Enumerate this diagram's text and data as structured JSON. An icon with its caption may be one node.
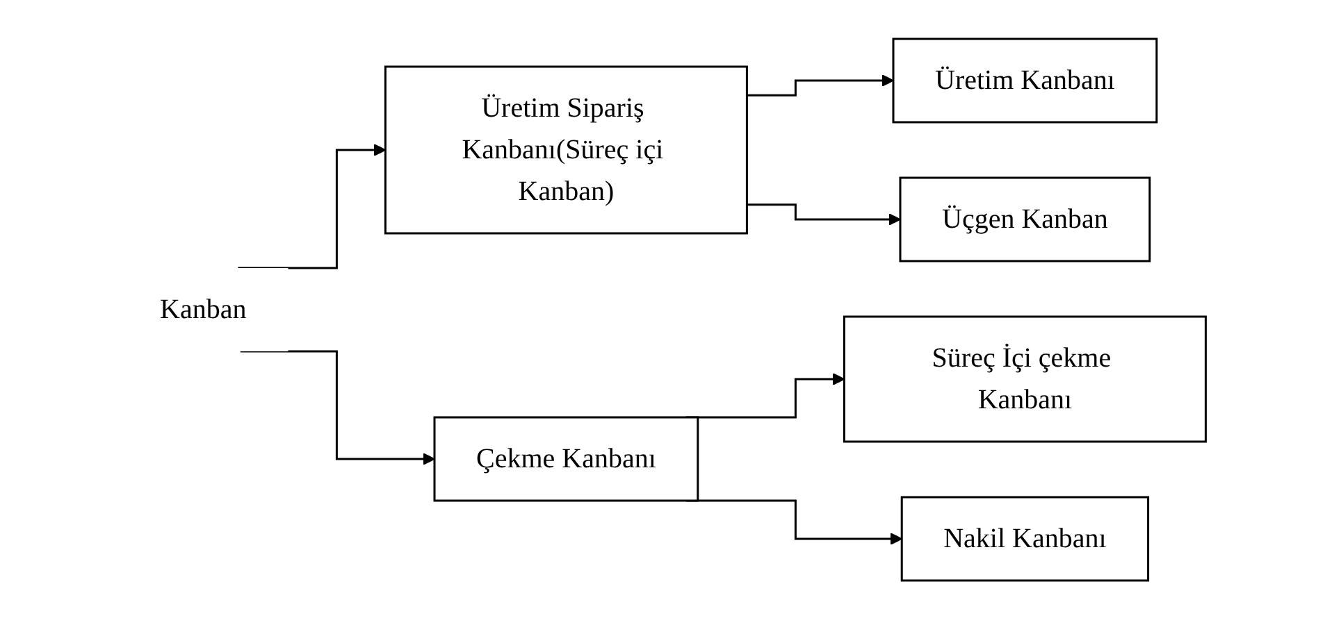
{
  "diagram": {
    "nodes": [
      {
        "text": [
          "Kanban"
        ]
      },
      {
        "text": [
          "Üretim Sipariş Kanbanı(Süreç içi Kanban)"
        ]
      },
      {
        "text": [
          "Üretim Kanbanı"
        ]
      },
      {
        "text": [
          "Üçgen Kanban"
        ]
      },
      {
        "text": [
          "Çekme Kanbanı"
        ]
      },
      {
        "text": [
          "Süreç İçi çekme Kanbanı"
        ]
      },
      {
        "text": [
          "Nakil Kanbanı"
        ]
      }
    ],
    "edges": [
      {
        "from": 0,
        "to": 1,
        "arrow": "to"
      },
      {
        "from": 0,
        "to": 4,
        "arrow": "to"
      },
      {
        "from": 1,
        "to": 2,
        "arrow": "to"
      },
      {
        "from": 1,
        "to": 3,
        "arrow": "to"
      },
      {
        "from": 4,
        "to": 5,
        "arrow": "to"
      },
      {
        "from": 4,
        "to": 6,
        "arrow": "to"
      }
    ]
  }
}
